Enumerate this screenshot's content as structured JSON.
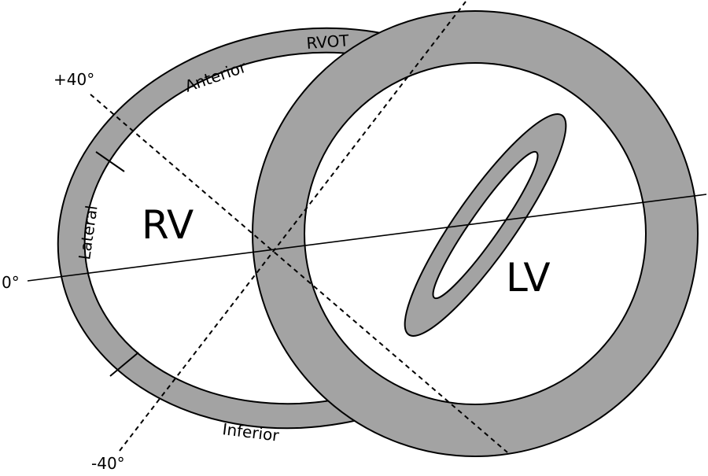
{
  "labels": {
    "rv": "RV",
    "lv": "LV",
    "anterior": "Anterior",
    "rvot": "RVOT",
    "lateral": "Lateral",
    "inferior": "Inferior",
    "angle_pos40": "+40°",
    "angle_zero": "0°",
    "angle_neg40": "-40°"
  },
  "colors": {
    "wall_fill": "#a3a3a3",
    "stroke": "#000000",
    "cavity": "#ffffff"
  }
}
